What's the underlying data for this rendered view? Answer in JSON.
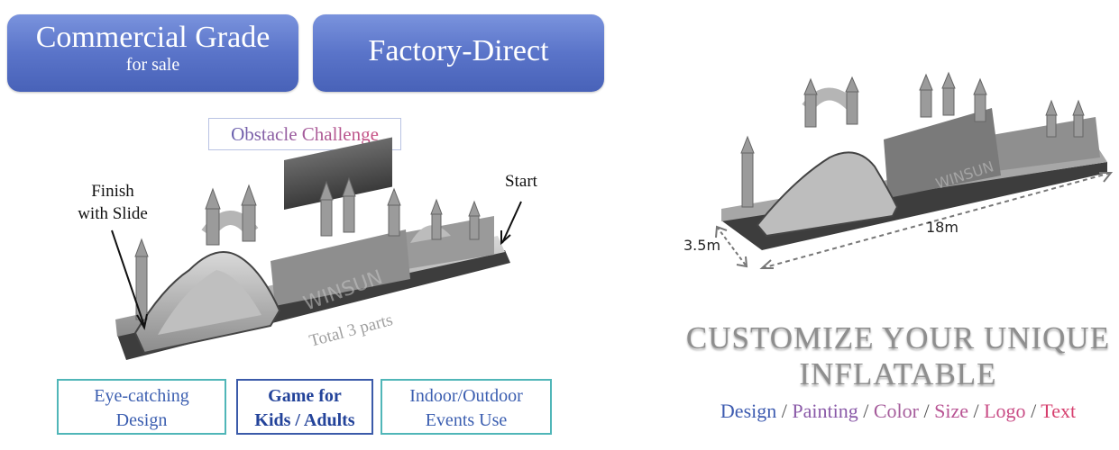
{
  "badges": {
    "commercial_grade": "Commercial Grade",
    "for_sale": "for sale",
    "factory_direct": "Factory-Direct"
  },
  "product": {
    "title": "Obstacle Challenge",
    "finish_label": "Finish with Slide",
    "start_label": "Start",
    "parts_label": "Total 3 parts",
    "watermark": "WINSUN"
  },
  "features": [
    "Eye-catching Design",
    "Game for Kids / Adults",
    "Indoor/Outdoor Events Use"
  ],
  "dimensions": {
    "length": "18m",
    "width": "3.5m"
  },
  "customize": {
    "line1": "CUSTOMIZE YOUR UNIQUE",
    "line2": "INFLATABLE",
    "options": [
      "Design",
      "Painting",
      "Color",
      "Size",
      "Logo",
      "Text"
    ],
    "separator": "/",
    "option_colors": [
      "#3d5bb0",
      "#8a5aa8",
      "#a55c9b",
      "#b85393",
      "#c94d86",
      "#d63f6e"
    ]
  },
  "colors": {
    "badge_blue": "#5a74c9",
    "feature_border_teal": "#50b6b8",
    "feature_border_blue": "#3b5aa9"
  }
}
